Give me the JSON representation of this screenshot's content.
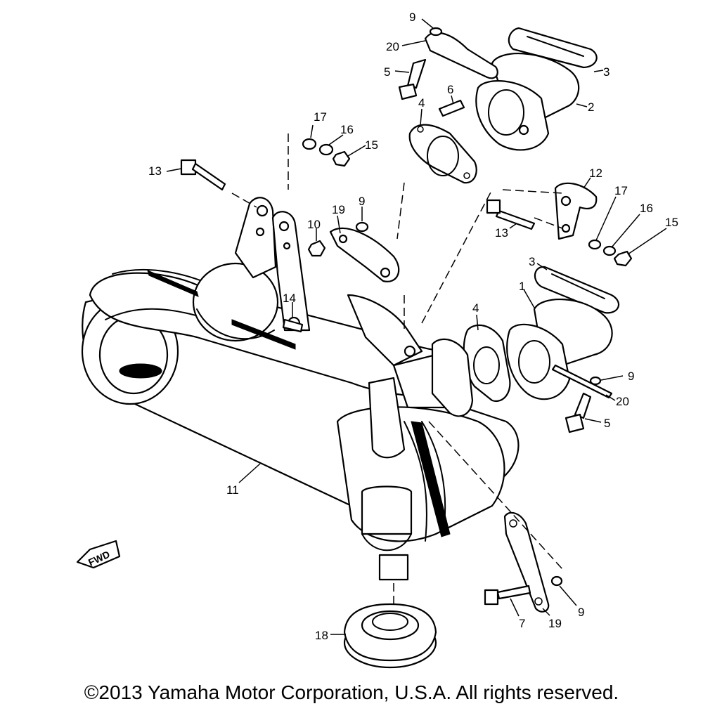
{
  "callouts": {
    "c_9_top": "9",
    "c_20_top": "20",
    "c_5_top": "5",
    "c_3_top": "3",
    "c_2": "2",
    "c_6": "6",
    "c_4_top": "4",
    "c_17_top": "17",
    "c_16_top": "16",
    "c_15_top": "15",
    "c_13_left": "13",
    "c_10": "10",
    "c_19_mid": "19",
    "c_9_mid": "9",
    "c_14": "14",
    "c_12": "12",
    "c_17_right": "17",
    "c_16_right": "16",
    "c_15_right": "15",
    "c_13_right": "13",
    "c_3_right": "3",
    "c_1": "1",
    "c_4_right": "4",
    "c_9_right": "9",
    "c_20_right": "20",
    "c_5_right": "5",
    "c_11": "11",
    "c_7": "7",
    "c_19_bottom": "19",
    "c_9_bottom": "9",
    "c_18": "18"
  },
  "fwd_label": "FWD",
  "copyright": "©2013 Yamaha Motor Corporation, U.S.A. All rights reserved."
}
